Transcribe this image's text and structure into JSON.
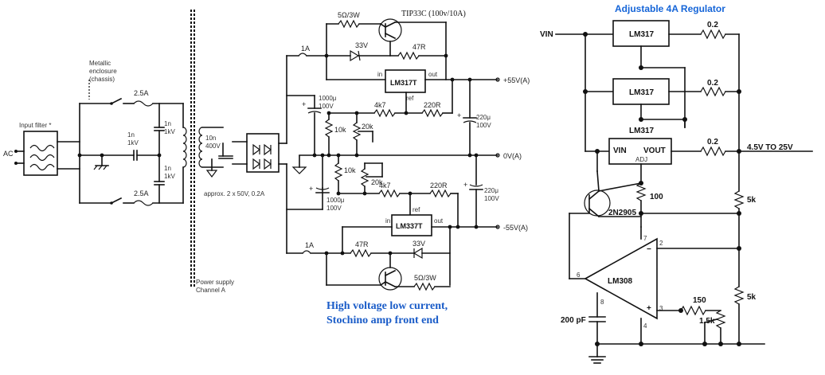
{
  "left": {
    "input_filter": "Input filter *",
    "ac": "AC",
    "enclosure": "Metallic\nenclosure\n(chassis)",
    "fuse_top": "2.5A",
    "fuse_bot": "2.5A",
    "cap_1n_1kV_a": "1n\n1kV",
    "cap_1n_1kV_b": "1n\n1kV",
    "cap_1n_1kV_c": "1n\n1kV",
    "cap_10n": "10n\n400V",
    "transformer": "approx. 2 x 50V, 0.2A",
    "channel": "Power supply\nChannel A",
    "tip": "TIP33C (100v/10A)",
    "r_5ohm_top": "5Ω/3W",
    "r_5ohm_bot": "5Ω/3W",
    "fuse_1a_top": "1A",
    "fuse_1a_bot": "1A",
    "zener_top": "33V",
    "zener_bot": "33V",
    "r47_top": "47R",
    "r47_bot": "47R",
    "lm317t": "LM317T",
    "lm337t": "LM337T",
    "in": "in",
    "out": "out",
    "ref": "ref",
    "c1000_top": "1000μ\n100V",
    "c1000_bot": "1000μ\n100V",
    "r4k7_top": "4k7",
    "r4k7_bot": "4k7",
    "r220_top": "220R",
    "r220_bot": "220R",
    "c220_top": "220μ\n100V",
    "c220_bot": "220μ\n100V",
    "r10k_top": "10k",
    "r10k_bot": "10k",
    "pot20k_top": "20k",
    "pot20k_bot": "20k",
    "vplus": "+55V(A)",
    "v0": "0V(A)",
    "vminus": "-55V(A)",
    "caption": "High voltage low current,\nStochino amp front end"
  },
  "right": {
    "title": "Adjustable 4A Regulator",
    "vin": "VIN",
    "lm317_a": "LM317",
    "lm317_b": "LM317",
    "lm317_c": "LM317",
    "vin_pin": "VIN",
    "vout_pin": "VOUT",
    "adj": "ADJ",
    "r02_a": "0.2",
    "r02_b": "0.2",
    "r02_c": "0.2",
    "out_label": "4.5V TO 25V",
    "transistor": "2N2905",
    "r100": "100",
    "r5k_a": "5k",
    "r5k_b": "5k",
    "opamp": "LM308",
    "pin7": "7",
    "pin2": "2",
    "pin6": "6",
    "pin8": "8",
    "pin3": "3",
    "pin4": "4",
    "cap200": "200 pF",
    "r150": "150",
    "pot15k": "1.5k",
    "minus": "−",
    "plus": "+"
  }
}
